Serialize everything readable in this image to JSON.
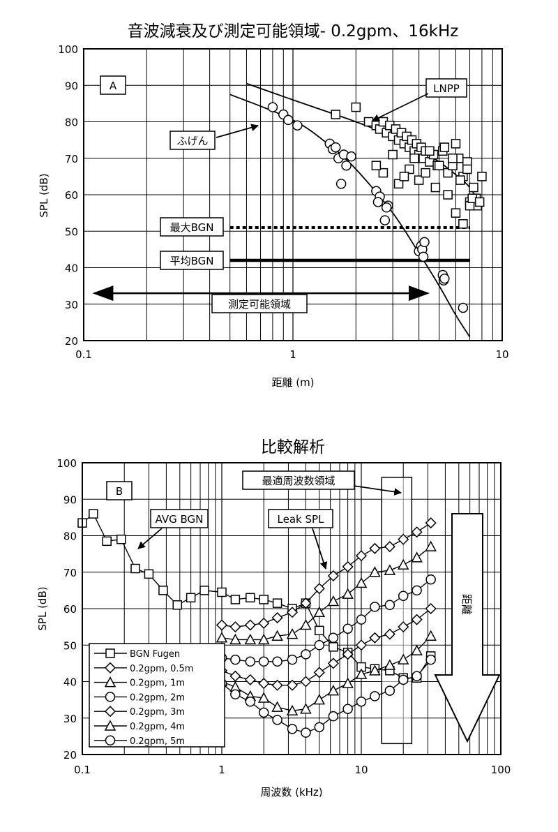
{
  "chart_data": [
    {
      "type": "scatter",
      "panel": "A",
      "title": "音波減衰及び測定可能領域- 0.2gpm、16kHz",
      "xlabel": "距離 (m)",
      "ylabel": "SPL (dB)",
      "xscale": "log",
      "xlim": [
        0.1,
        10
      ],
      "ylim": [
        20,
        100
      ],
      "xticks": [
        "0.1",
        "1",
        "10"
      ],
      "yticks": [
        "20",
        "30",
        "40",
        "50",
        "60",
        "70",
        "80",
        "90",
        "100"
      ],
      "grid": true,
      "annotations": {
        "fugen": "ふげん",
        "lnpp": "LNPP",
        "max_bgn": "最大BGN",
        "avg_bgn": "平均BGN",
        "range": "測定可能領域"
      },
      "max_bgn_level": {
        "value": 51,
        "x_from": 0.5,
        "x_to": 7
      },
      "avg_bgn_level": {
        "value": 42,
        "x_from": 0.5,
        "x_to": 7
      },
      "measurable_range": {
        "x_from": 0.11,
        "x_to": 4.5,
        "y": 33
      },
      "series": [
        {
          "marker": "circle",
          "x": [
            0.8,
            0.9,
            0.95,
            1.05,
            1.5,
            1.55,
            1.6,
            1.65,
            1.75,
            1.8,
            1.9,
            1.7,
            2.5,
            2.6,
            2.55,
            2.75,
            2.85,
            2.8,
            4.0,
            4.1,
            4.15,
            4.2,
            4.25,
            5.2,
            5.25,
            5.3,
            6.5
          ],
          "y": [
            84,
            82,
            80.5,
            79,
            74,
            72.5,
            73,
            70,
            71,
            68,
            70.5,
            63,
            61,
            59.5,
            58,
            53,
            57,
            56.5,
            44.5,
            46,
            45,
            43,
            47,
            38,
            36.5,
            37,
            29
          ]
        },
        {
          "marker": "square",
          "x": [
            1.6,
            2.0,
            2.3,
            2.5,
            2.6,
            2.7,
            2.8,
            2.9,
            3.0,
            3.1,
            3.2,
            3.3,
            3.4,
            3.5,
            3.6,
            3.7,
            3.8,
            3.9,
            4.0,
            4.1,
            4.2,
            4.3,
            4.5,
            4.7,
            4.9,
            5.2,
            5.5,
            5.8,
            6.0,
            6.2,
            6.5,
            6.8,
            7.0,
            7.3,
            7.6,
            8.0,
            2.7,
            3.2,
            3.6,
            4.0,
            4.5,
            5.0,
            5.5,
            6.0,
            6.5,
            7.0,
            7.5,
            2.5,
            3.0,
            3.4,
            3.8,
            4.3,
            4.8,
            5.3,
            5.8,
            6.3,
            6.8,
            7.2,
            7.8
          ],
          "y": [
            82,
            84,
            80,
            79,
            78,
            80,
            77,
            79,
            76,
            78,
            75,
            77,
            74,
            76,
            73,
            75,
            72,
            74,
            71,
            73,
            70,
            72,
            69,
            71,
            68,
            72,
            66,
            68,
            74,
            70,
            65,
            69,
            58,
            62,
            57,
            65,
            66,
            63,
            67,
            64,
            72,
            68,
            60,
            55,
            52,
            57,
            59,
            68,
            71,
            65,
            70,
            66,
            62,
            73,
            70,
            64,
            67,
            59,
            58
          ]
        }
      ],
      "fit_curves": [
        {
          "label": "ふげん",
          "x": [
            0.5,
            1.0,
            1.5,
            2.0,
            3.0,
            4.0,
            5.0,
            6.0,
            7.0
          ],
          "y": [
            87.5,
            80.5,
            73.5,
            67,
            55,
            44,
            35,
            27,
            21
          ]
        },
        {
          "label": "LNPP",
          "x": [
            0.6,
            1.0,
            2.0,
            3.0,
            4.0,
            5.0,
            6.0,
            7.0,
            8.0
          ],
          "y": [
            90.5,
            86,
            80,
            76,
            72.5,
            69,
            65.5,
            62,
            56.5
          ]
        }
      ]
    },
    {
      "type": "line",
      "panel": "B",
      "title": "比較解析",
      "xlabel": "周波数 (kHz)",
      "ylabel": "SPL (dB)",
      "xscale": "log",
      "xlim": [
        0.1,
        100
      ],
      "ylim": [
        20,
        100
      ],
      "xticks": [
        "0.1",
        "1",
        "10",
        "100"
      ],
      "yticks": [
        "20",
        "30",
        "40",
        "50",
        "60",
        "70",
        "80",
        "90",
        "100"
      ],
      "grid": true,
      "annotations": {
        "avg_bgn": "AVG BGN",
        "leak_spl": "Leak SPL",
        "optimal_band": "最適周波数領域",
        "distance_arrow": "距離"
      },
      "optimal_band": {
        "x_from": 14,
        "x_to": 23,
        "y_from": 23,
        "y_to": 96
      },
      "legend_position": "bottom-left",
      "series": [
        {
          "name": "BGN Fugen",
          "marker": "square",
          "x": [
            0.1,
            0.12,
            0.15,
            0.19,
            0.24,
            0.3,
            0.38,
            0.48,
            0.6,
            0.75,
            1.0,
            1.25,
            1.6,
            2.0,
            2.5,
            3.2,
            4.0,
            5.0,
            6.3,
            8.0,
            10.0,
            12.5,
            16.0,
            20.0,
            25.0,
            31.5
          ],
          "y": [
            83.5,
            86,
            78.5,
            79,
            71,
            69.5,
            65,
            61,
            63,
            65,
            64.5,
            62.5,
            63,
            62.5,
            61.5,
            60,
            61.5,
            54,
            49.5,
            48,
            44,
            43.5,
            43,
            41,
            41,
            47
          ]
        },
        {
          "name": "0.2gpm, 0.5m",
          "marker": "diamond",
          "x": [
            1.0,
            1.25,
            1.6,
            2.0,
            2.5,
            3.2,
            4.0,
            5.0,
            6.3,
            8.0,
            10.0,
            12.5,
            16.0,
            20.0,
            25.0,
            31.5
          ],
          "y": [
            55.5,
            55,
            55.5,
            56,
            57.5,
            59,
            61.5,
            65.5,
            69,
            71.5,
            74.5,
            76.5,
            77,
            79,
            81,
            83.5
          ]
        },
        {
          "name": "0.2gpm, 1m",
          "marker": "triangle",
          "x": [
            1.0,
            1.25,
            1.6,
            2.0,
            2.5,
            3.2,
            4.0,
            5.0,
            6.3,
            8.0,
            10.0,
            12.5,
            16.0,
            20.0,
            25.0,
            31.5
          ],
          "y": [
            52,
            51.5,
            51.5,
            51.5,
            52.5,
            53,
            55.5,
            59,
            62,
            64,
            67,
            70,
            70.5,
            72,
            74,
            77
          ]
        },
        {
          "name": "0.2gpm, 2m",
          "marker": "circle",
          "x": [
            1.0,
            1.25,
            1.6,
            2.0,
            2.5,
            3.2,
            4.0,
            5.0,
            6.3,
            8.0,
            10.0,
            12.5,
            16.0,
            20.0,
            25.0,
            31.5
          ],
          "y": [
            46.5,
            46,
            45.5,
            45.5,
            45.5,
            46,
            47.5,
            50,
            52,
            54.5,
            57,
            60.5,
            61,
            63.5,
            65,
            68
          ]
        },
        {
          "name": "0.2gpm, 3m",
          "marker": "diamond",
          "x": [
            1.0,
            1.25,
            1.6,
            2.0,
            2.5,
            3.2,
            4.0,
            5.0,
            6.3,
            8.0,
            10.0,
            12.5,
            16.0,
            20.0,
            25.0,
            31.5
          ],
          "y": [
            43,
            41.5,
            40.5,
            39.5,
            39,
            39,
            40,
            42.5,
            45,
            47.5,
            50,
            52,
            53,
            55,
            57,
            60
          ]
        },
        {
          "name": "0.2gpm, 4m",
          "marker": "triangle",
          "x": [
            1.0,
            1.25,
            1.6,
            2.0,
            2.5,
            3.2,
            4.0,
            5.0,
            6.3,
            8.0,
            10.0,
            12.5,
            16.0,
            20.0,
            25.0,
            31.5
          ],
          "y": [
            40,
            38.5,
            36,
            35.5,
            33,
            32,
            32.5,
            35,
            37.5,
            39.5,
            42,
            43,
            44.5,
            46,
            48.5,
            52.5
          ]
        },
        {
          "name": "0.2gpm, 5m",
          "marker": "circle",
          "x": [
            1.0,
            1.25,
            1.6,
            2.0,
            2.5,
            3.2,
            4.0,
            5.0,
            6.3,
            8.0,
            10.0,
            12.5,
            16.0,
            20.0,
            25.0,
            31.5
          ],
          "y": [
            39.5,
            36.5,
            34.5,
            31.5,
            29.5,
            27,
            26,
            27.5,
            30.5,
            32.5,
            34.5,
            36,
            37.5,
            40.5,
            41.5,
            46
          ]
        }
      ]
    }
  ],
  "panel_tags": {
    "a": "A",
    "b": "B"
  }
}
